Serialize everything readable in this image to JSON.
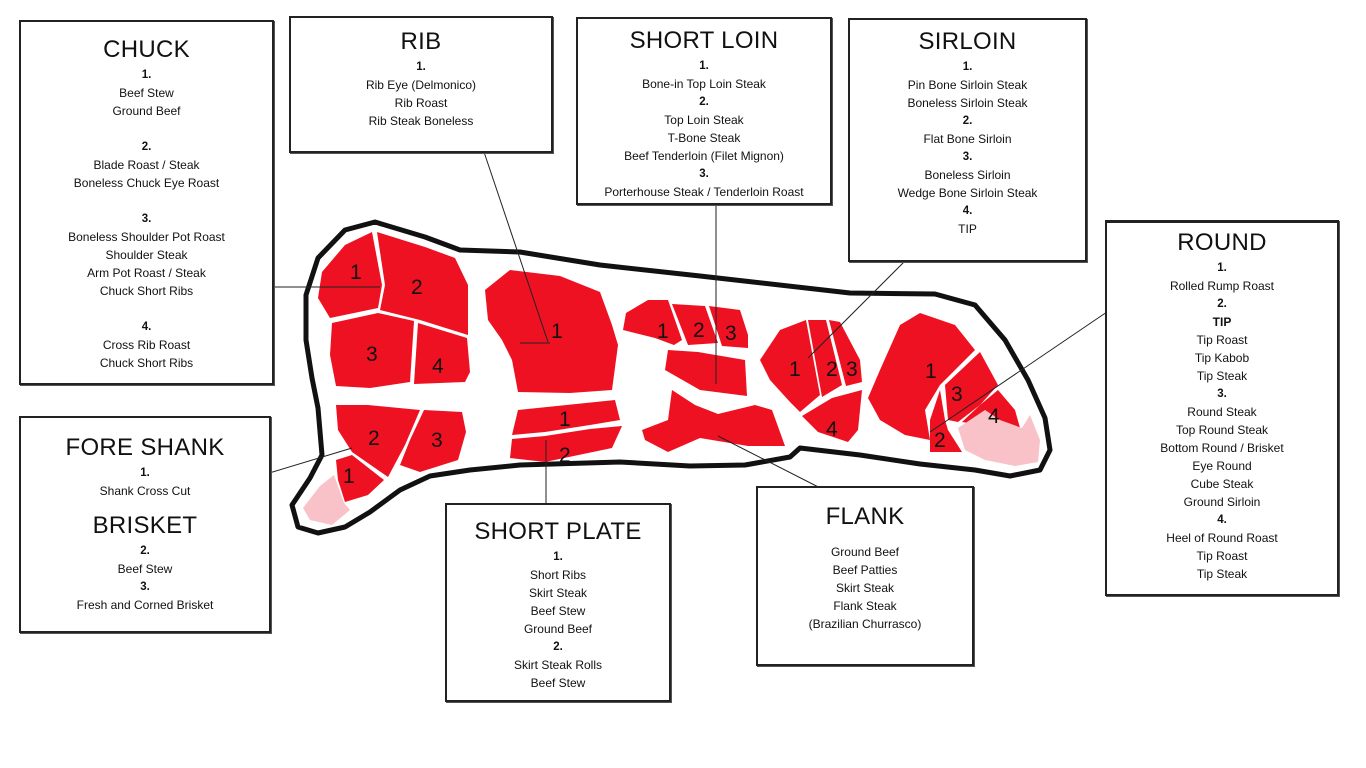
{
  "colors": {
    "cut_fill": "#ee1122",
    "light_fill": "#f8c2c8",
    "outline": "#111111",
    "leader": "#222222"
  },
  "boxes": {
    "chuck": {
      "title": "CHUCK",
      "lines": [
        "1.",
        "Beef Stew",
        "Ground Beef",
        "",
        "2.",
        "Blade Roast / Steak",
        "Boneless Chuck Eye Roast",
        "",
        "3.",
        "Boneless Shoulder Pot Roast",
        "Shoulder Steak",
        "Arm Pot Roast / Steak",
        "Chuck Short Ribs",
        "",
        "4.",
        "Cross Rib Roast",
        "Chuck Short Ribs"
      ]
    },
    "rib": {
      "title": "RIB",
      "lines": [
        "1.",
        "Rib Eye (Delmonico)",
        "Rib Roast",
        "Rib Steak Boneless"
      ]
    },
    "short_loin": {
      "title": "SHORT LOIN",
      "lines": [
        "1.",
        "Bone-in Top Loin Steak",
        "2.",
        "Top Loin Steak",
        "T-Bone Steak",
        "Beef Tenderloin (Filet Mignon)",
        "3.",
        "Porterhouse Steak / Tenderloin Roast"
      ]
    },
    "sirloin": {
      "title": "SIRLOIN",
      "lines": [
        "1.",
        "Pin Bone Sirloin Steak",
        "Boneless Sirloin Steak",
        "2.",
        "Flat Bone Sirloin",
        "3.",
        "Boneless Sirloin",
        "Wedge Bone Sirloin Steak",
        "4.",
        "TIP"
      ]
    },
    "round": {
      "title": "ROUND",
      "lines": [
        "1.",
        "Rolled Rump Roast",
        "2.",
        "TIP",
        "Tip Roast",
        "Tip Kabob",
        "Tip Steak",
        "3.",
        "Round Steak",
        "Top Round Steak",
        "Bottom Round / Brisket",
        "Eye Round",
        "Cube Steak",
        "Ground Sirloin",
        "4.",
        "Heel of Round Roast",
        "Tip Roast",
        "Tip Steak"
      ],
      "bold_lines": [
        "TIP"
      ]
    },
    "fore_shank": {
      "title": "FORE SHANK",
      "lines": [
        "1.",
        "Shank Cross Cut"
      ]
    },
    "brisket": {
      "title": "BRISKET",
      "lines": [
        "2.",
        "Beef Stew",
        "3.",
        "Fresh and Corned Brisket"
      ]
    },
    "short_plate": {
      "title": "SHORT PLATE",
      "lines": [
        "1.",
        "Short Ribs",
        "Skirt Steak",
        "Beef Stew",
        "Ground Beef",
        "2.",
        "Skirt Steak Rolls",
        "Beef Stew"
      ]
    },
    "flank": {
      "title": "FLANK",
      "lines": [
        "Ground Beef",
        "Beef Patties",
        "Skirt Steak",
        "Flank Steak",
        "(Brazilian Churrasco)"
      ]
    }
  },
  "segments": {
    "chuck": [
      "1",
      "2",
      "3",
      "4"
    ],
    "rib": [
      "1"
    ],
    "short_loin": [
      "1",
      "2",
      "3"
    ],
    "sirloin": [
      "1",
      "2",
      "3",
      "4"
    ],
    "round": [
      "1",
      "2",
      "3",
      "4"
    ],
    "brisket": [
      "2",
      "3"
    ],
    "fore_shank": [
      "1"
    ],
    "short_plate": [
      "1",
      "2"
    ]
  }
}
